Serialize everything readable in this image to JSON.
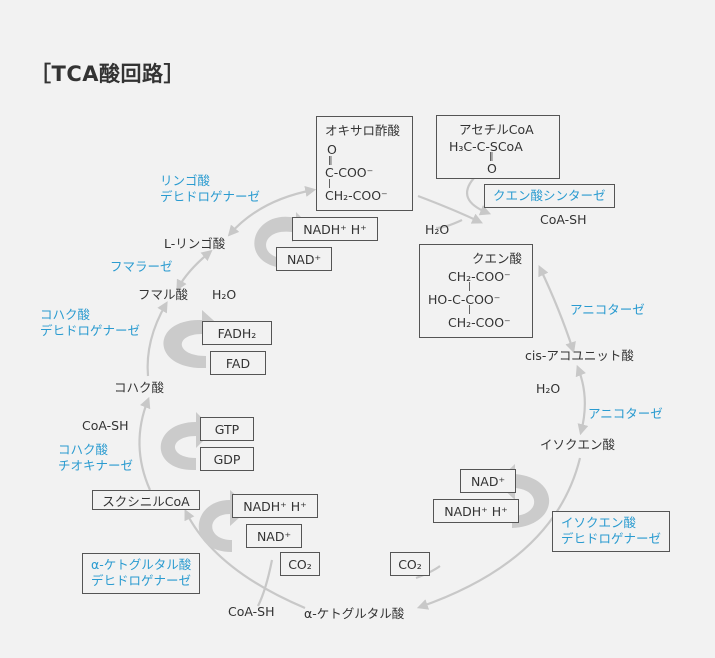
{
  "title": "［TCA酸回路］",
  "colors": {
    "arrow": "#c8c8c8",
    "enzyme": "#2a9bd0",
    "text": "#333333",
    "border": "#555555"
  },
  "molecules": {
    "oxaloacetate": {
      "name": "オキサロ酢酸",
      "o": "O",
      "line1": "C-COO⁻",
      "line2": "CH₂-COO⁻"
    },
    "acetyl_coa": {
      "name": "アセチルCoA",
      "line1": "H₃C-C-SCoA",
      "o": "O"
    },
    "citrate": {
      "name": "クエン酸",
      "line1": "CH₂-COO⁻",
      "line2": "HO-C-COO⁻",
      "line3": "CH₂-COO⁻"
    }
  },
  "metabolites": {
    "malate": "L-リンゴ酸",
    "fumarate": "フマル酸",
    "succinate": "コハク酸",
    "succinyl_coa": "スクシニルCoA",
    "alpha_kg": "α-ケトグルタル酸",
    "isocitrate": "イソクエン酸",
    "cis_aconitate": "cis-アコユニット酸"
  },
  "enzymes": {
    "malate_dh": "リンゴ酸\nデヒドロゲナーゼ",
    "fumarase": "フマラーゼ",
    "succinate_dh": "コハク酸\nデヒドロゲナーゼ",
    "succinyl_coa_synthetase": "コハク酸\nチオキナーゼ",
    "akg_dh": "α-ケトグルタル酸\nデヒドロゲナーゼ",
    "citrate_synthase": "クエン酸シンターゼ",
    "aconitase_1": "アニコターゼ",
    "aconitase_2": "アニコターゼ",
    "isocitrate_dh": "イソクエン酸\nデヒドロゲナーゼ"
  },
  "cofactors": {
    "nadh_h_malate": "NADH⁺ H⁺",
    "nad_malate": "NAD⁺",
    "fadh2": "FADH₂",
    "fad": "FAD",
    "gtp": "GTP",
    "gdp": "GDP",
    "nadh_h_akg": "NADH⁺ H⁺",
    "nad_akg": "NAD⁺",
    "co2_akg": "CO₂",
    "nad_iso": "NAD⁺",
    "nadh_h_iso": "NADH⁺ H⁺",
    "co2_iso": "CO₂"
  },
  "small": {
    "h2o_citrate": "H₂O",
    "coa_sh_citrate": "CoA-SH",
    "h2o_fumarate": "H₂O",
    "coa_sh_succinyl": "CoA-SH",
    "coa_sh_akg": "CoA-SH",
    "h2o_aconitase": "H₂O"
  }
}
